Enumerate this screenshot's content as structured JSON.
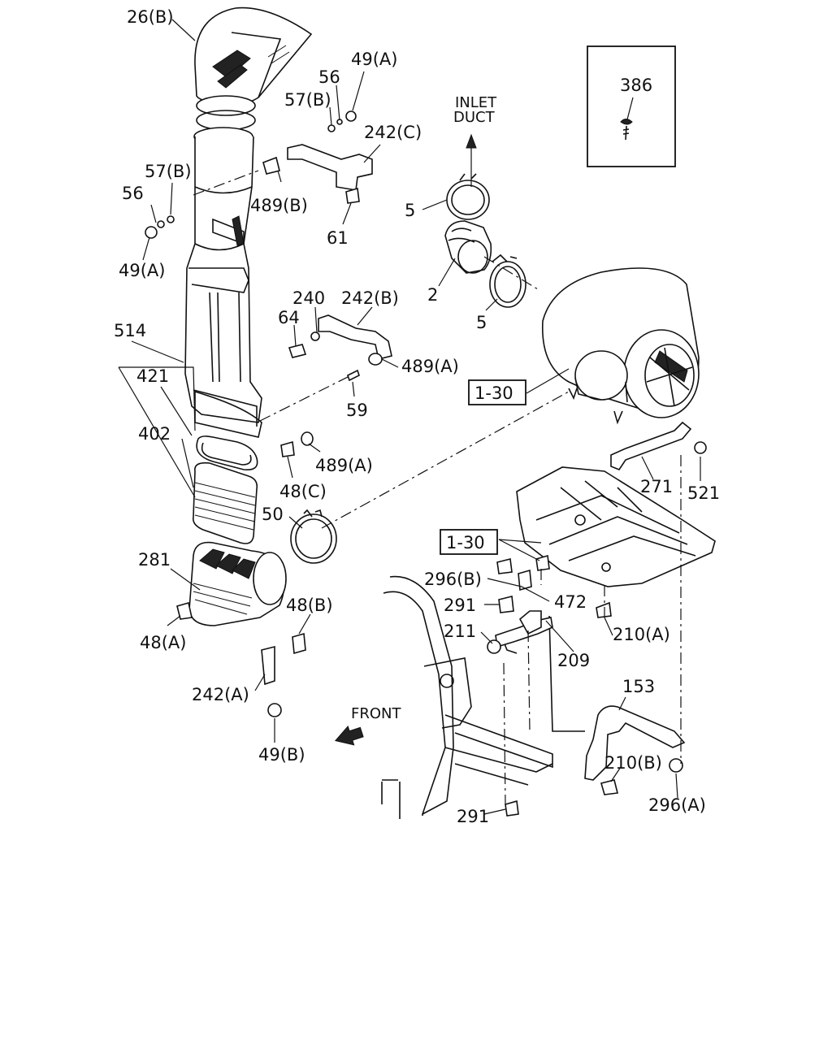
{
  "inset": {
    "label": "386"
  },
  "notes": {
    "inlet": "INLET",
    "duct": "DUCT",
    "front": "FRONT"
  },
  "callouts": {
    "c26b": "26(B)",
    "c49a_top": "49(A)",
    "c56_top": "56",
    "c57b_top": "57(B)",
    "c242c": "242(C)",
    "c57b_left": "57(B)",
    "c56_left": "56",
    "c49a_left": "49(A)",
    "c489b": "489(B)",
    "c61": "61",
    "c5_top": "5",
    "c2": "2",
    "c5_mid": "5",
    "c240": "240",
    "c242b": "242(B)",
    "c64": "64",
    "c489a_mid": "489(A)",
    "c514": "514",
    "c421": "421",
    "c59": "59",
    "c130_upper": "1-30",
    "c402": "402",
    "c489a_low": "489(A)",
    "c48c": "48(C)",
    "c271": "271",
    "c521": "521",
    "c50": "50",
    "c130_lower": "1-30",
    "c281": "281",
    "c296b": "296(B)",
    "c472": "472",
    "c48b": "48(B)",
    "c291_mid": "291",
    "c210a": "210(A)",
    "c48a": "48(A)",
    "c211": "211",
    "c209": "209",
    "c242a": "242(A)",
    "c153": "153",
    "c49b": "49(B)",
    "c210b": "210(B)",
    "c296a": "296(A)",
    "c291_low": "291"
  }
}
